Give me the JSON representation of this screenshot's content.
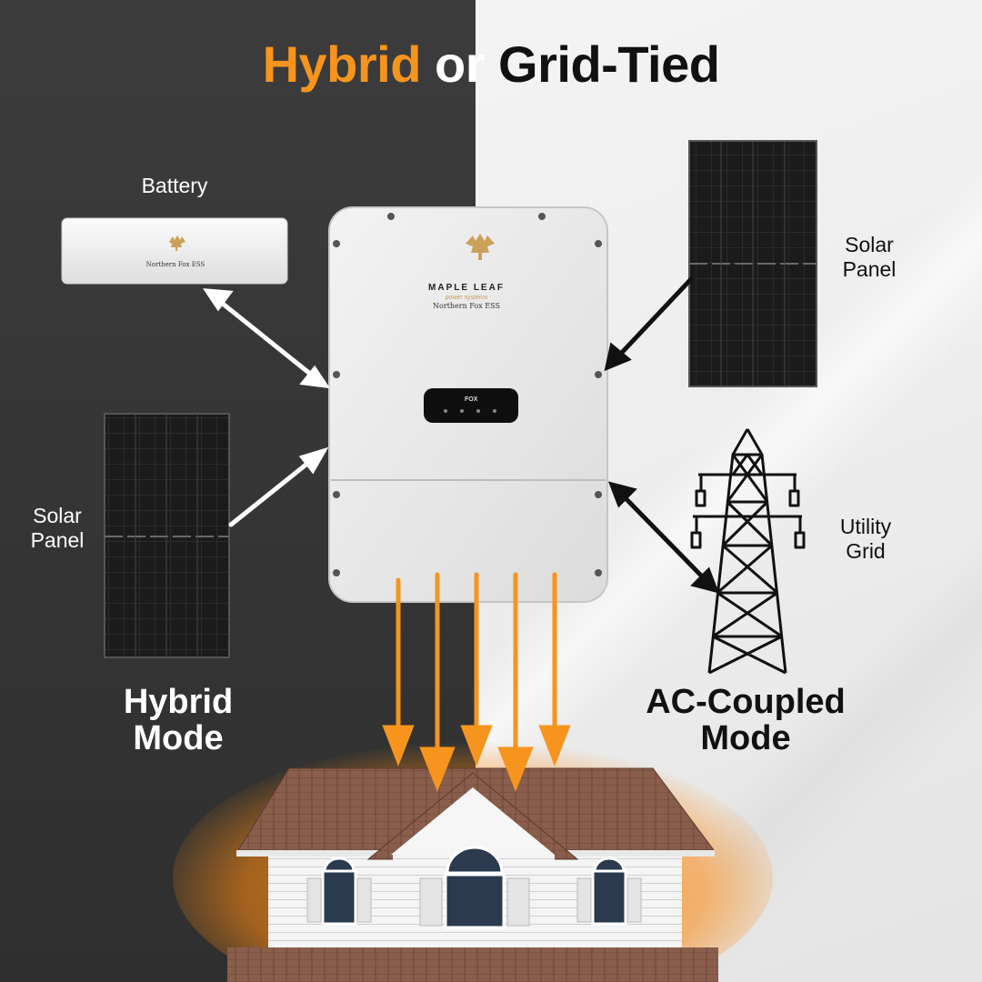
{
  "title": {
    "part1": "Hybrid",
    "part2": "or",
    "part3": "Grid-Tied"
  },
  "labels": {
    "battery": "Battery",
    "solar_right": [
      "Solar",
      "Panel"
    ],
    "solar_left": [
      "Solar",
      "Panel"
    ],
    "utility": [
      "Utility",
      "Grid"
    ]
  },
  "modes": {
    "hybrid": [
      "Hybrid",
      "Mode"
    ],
    "ac_coupled": [
      "AC-Coupled",
      "Mode"
    ]
  },
  "logo": {
    "line1": "MAPLE LEAF",
    "line2": "power systems",
    "line3": "Northern Fox ESS",
    "battery_mark": "Northern Fox ESS"
  },
  "inverter_display": "FOX",
  "colors": {
    "accent": "#f7941d",
    "dark": "#111111",
    "light": "#ffffff",
    "panel": "#1c1c1c"
  }
}
